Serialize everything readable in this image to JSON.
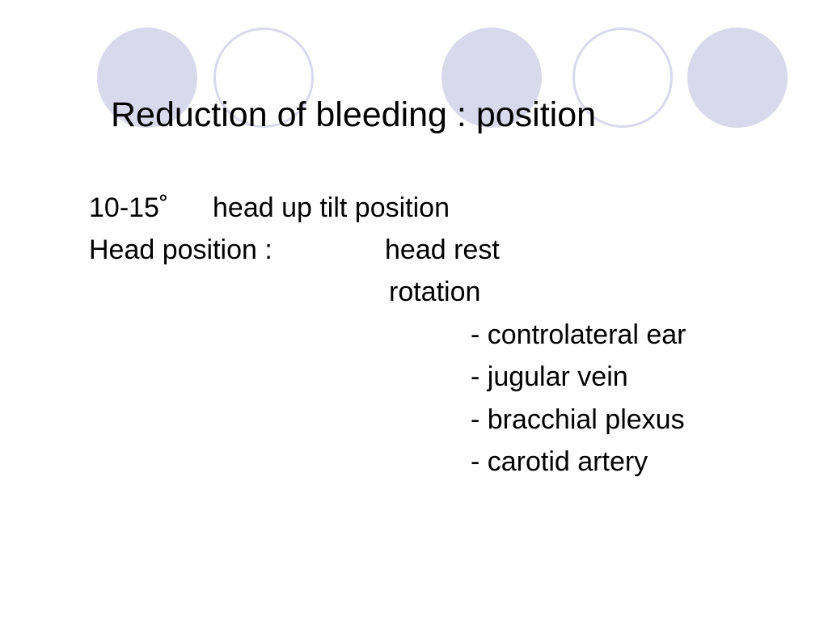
{
  "colors": {
    "circle": "#d9d9ec",
    "background": "#ffffff",
    "text": "#000000"
  },
  "decor": {
    "circles": [
      "filled",
      "outline",
      "filled",
      "outline",
      "filled"
    ]
  },
  "slide": {
    "title": "Reduction of bleeding : position",
    "lines": [
      {
        "col1": "10-15˚",
        "col2": "head up tilt position"
      },
      {
        "col1": "Head position :",
        "col2": "head rest"
      },
      {
        "col2": "rotation"
      },
      {
        "bullet": "- controlateral ear"
      },
      {
        "bullet": "- jugular vein"
      },
      {
        "bullet": "- bracchial plexus"
      },
      {
        "bullet": "- carotid artery"
      }
    ]
  }
}
